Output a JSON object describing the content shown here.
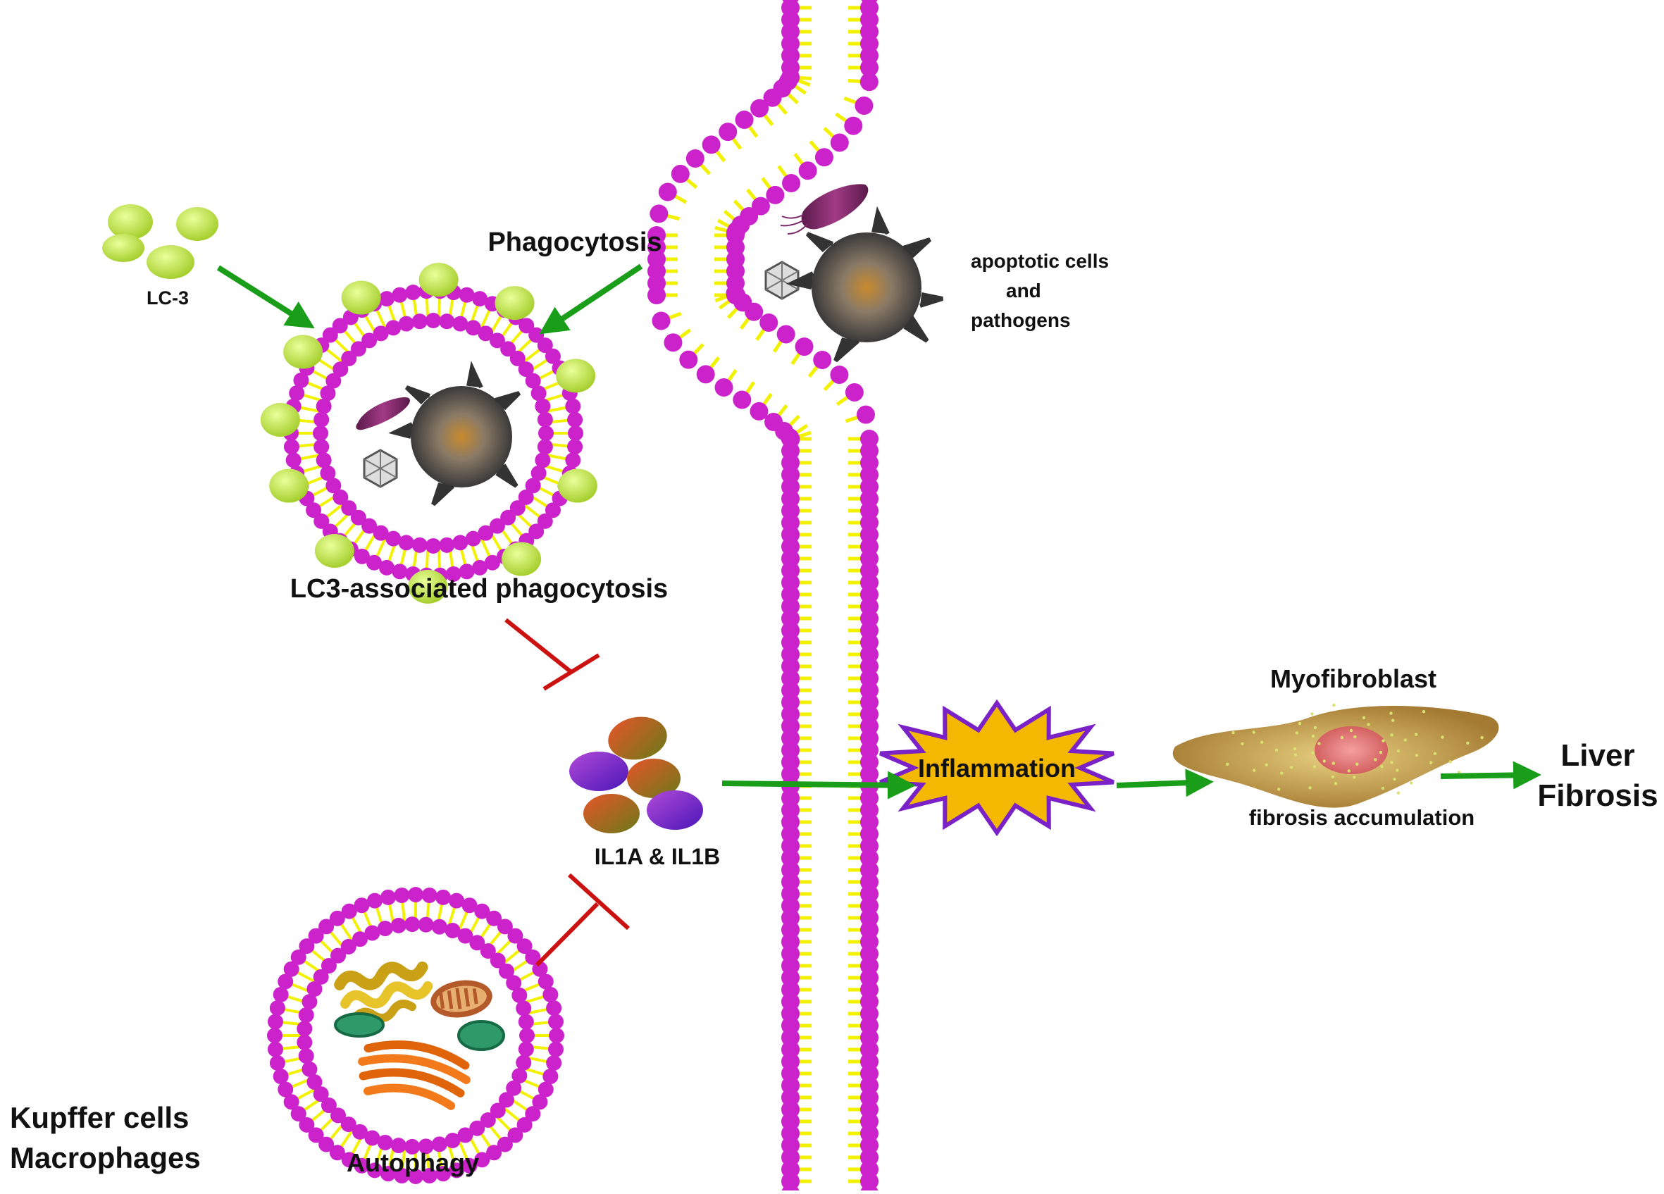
{
  "labels": {
    "lc3": "LC-3",
    "phagocytosis": "Phagocytosis",
    "apoptotic_line1": "apoptotic cells",
    "apoptotic_line2": "and",
    "apoptotic_line3": "pathogens",
    "lap": "LC3-associated phagocytosis",
    "il": "IL1A & IL1B",
    "inflammation": "Inflammation",
    "myofibroblast": "Myofibroblast",
    "fibrosis_accumulation": "fibrosis accumulation",
    "liver": "Liver",
    "fibrosis": "Fibrosis",
    "kupffer": "Kupffer cells",
    "macrophages": "Macrophages",
    "autophagy": "Autophagy"
  },
  "colors": {
    "lipid_head": "#cc22cc",
    "lipid_tail": "#f2f200",
    "lc3_protein": "#c8e85a",
    "activation_arrow": "#1a9e1a",
    "inhibition": "#cc1111",
    "inflammation_fill": "#f5b800",
    "inflammation_stroke": "#7a22c8",
    "myofibroblast_fill": "#b8903c",
    "nucleus": "#e07070",
    "apoptotic_cell": "#4a4a4a",
    "bacterium": "#8a2a6a"
  },
  "icons": {
    "lc3_proteins": "lc3-protein-icon",
    "bacterium": "bacterium-icon",
    "virus": "virus-icon",
    "apoptotic_cell": "apoptotic-cell-icon",
    "cytokines": "cytokine-icon",
    "mitochondrion": "mitochondrion-icon",
    "er": "endoplasmic-reticulum-icon",
    "golgi": "golgi-icon"
  }
}
